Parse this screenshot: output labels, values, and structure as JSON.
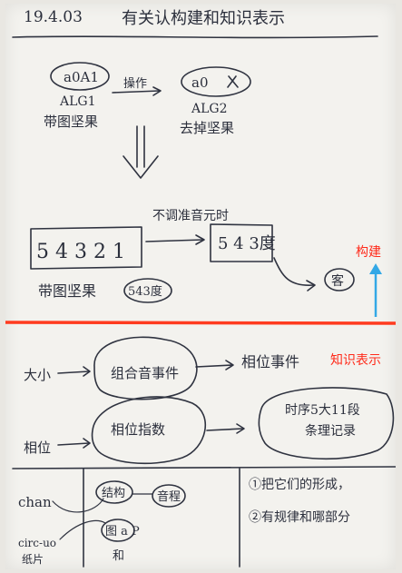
{
  "header": {
    "date": "19.4.03",
    "title": "有关认构建和知识表示"
  },
  "top_section": {
    "left_node": "a0A1",
    "left_sub1": "ALG1",
    "left_sub2": "带图坚果",
    "edge_label": "操作",
    "right_node": "a0",
    "right_sub1": "ALG2",
    "right_sub2": "去掉坚果",
    "box_digits": "5 4 3 2 1",
    "mid_edge_label": "不调准音元时",
    "right_box": "5 4 3度",
    "bottom_left": "带图坚果",
    "circle_label": "543度",
    "oval_label": "客"
  },
  "annotations": {
    "construct": "构建",
    "knowledge_repr": "知识表示",
    "red_line_color": "#ff3b1f",
    "blue_arrow_color": "#33a8e6",
    "red_text_color": "#ff2a1a"
  },
  "middle_section": {
    "row1_left": "大小",
    "row1_bubble": "组合音事件",
    "row1_right": "相位事件",
    "row2_left": "相位",
    "row2_bubble": "相位指数",
    "row2_right_line1": "时序5大11段",
    "row2_right_line2": "条理记录"
  },
  "bottom_section": {
    "chan_label": "chan",
    "circ_label": "circ-uo",
    "sub_label": "纸片",
    "bubble1": "结构",
    "bubble2": "音程",
    "bubble3": "图 a P",
    "footnote": "和",
    "right_line1": "①把它们的形成，",
    "right_line2": "②有规律和哪部分"
  }
}
